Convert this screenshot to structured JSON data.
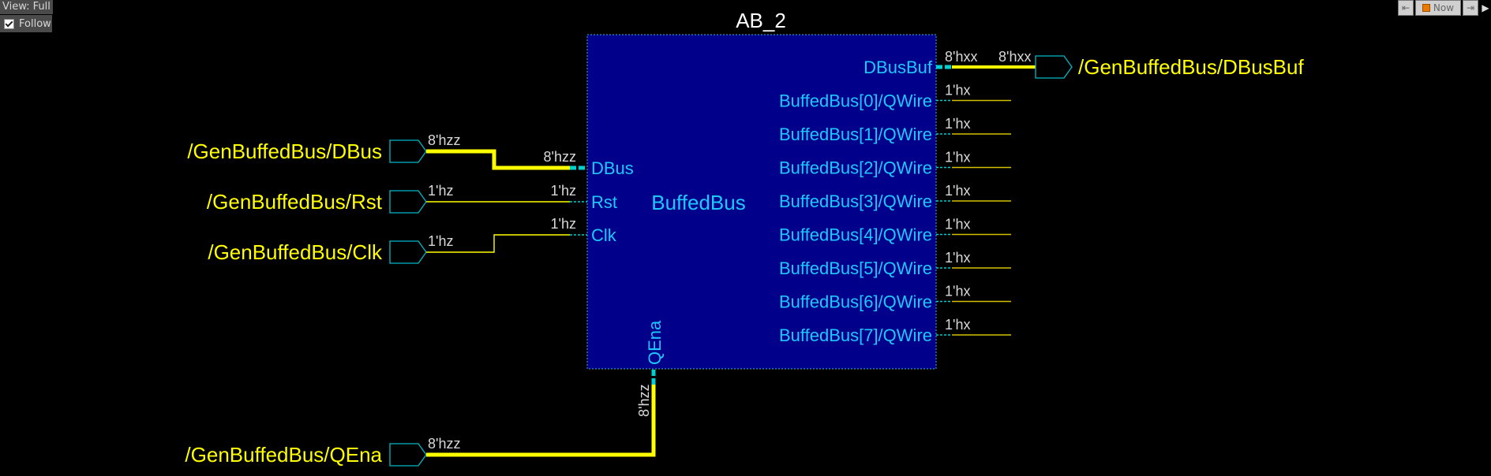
{
  "controls": {
    "view_label": "View: Full",
    "follow_label": "Follow",
    "now_label": "Now"
  },
  "toolbar_icons": [
    "cursor-prev-icon",
    "now-marker-icon",
    "cursor-next-icon",
    "scroll-right-icon"
  ],
  "instance": {
    "name": "AB_2",
    "module": "BuffedBus"
  },
  "colors": {
    "block_fill": "#00008b",
    "port_text": "#1ec8ff",
    "signal_text": "#ffff00",
    "value_text": "#d8d8d8",
    "wire": "#ffff00",
    "port_stub": "#00d0d0",
    "background": "#000000"
  },
  "inputs": [
    {
      "signal": "/GenBuffedBus/DBus",
      "port": "DBus",
      "outer_value": "8'hzz",
      "inner_value": "8'hzz",
      "bus": true
    },
    {
      "signal": "/GenBuffedBus/Rst",
      "port": "Rst",
      "outer_value": "1'hz",
      "inner_value": "1'hz",
      "bus": false
    },
    {
      "signal": "/GenBuffedBus/Clk",
      "port": "Clk",
      "outer_value": "1'hz",
      "inner_value": "1'hz",
      "bus": false
    }
  ],
  "outputs": [
    {
      "port": "DBusBuf",
      "value": "8'hxx",
      "ext_value": "8'hxx",
      "signal": "/GenBuffedBus/DBusBuf",
      "bus": true
    },
    {
      "port": "BuffedBus[0]/QWire",
      "value": "1'hx"
    },
    {
      "port": "BuffedBus[1]/QWire",
      "value": "1'hx"
    },
    {
      "port": "BuffedBus[2]/QWire",
      "value": "1'hx"
    },
    {
      "port": "BuffedBus[3]/QWire",
      "value": "1'hx"
    },
    {
      "port": "BuffedBus[4]/QWire",
      "value": "1'hx"
    },
    {
      "port": "BuffedBus[5]/QWire",
      "value": "1'hx"
    },
    {
      "port": "BuffedBus[6]/QWire",
      "value": "1'hx"
    },
    {
      "port": "BuffedBus[7]/QWire",
      "value": "1'hx"
    }
  ],
  "bottom_input": {
    "signal": "/GenBuffedBus/QEna",
    "port": "QEna",
    "outer_value": "8'hzz",
    "inner_value": "8'hzz"
  }
}
